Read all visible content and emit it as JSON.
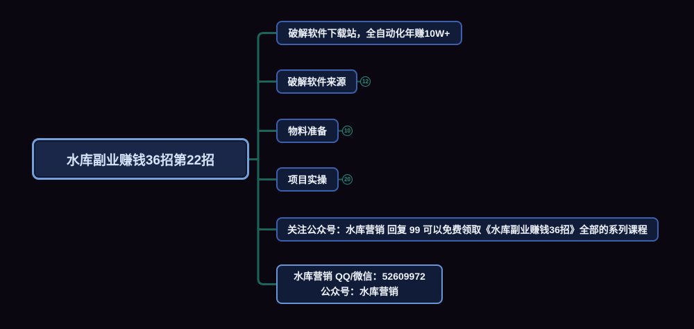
{
  "colors": {
    "background": "#0a0711",
    "connector": "#1a645b",
    "badge": "#2e8a7e",
    "child_node_fill": "#111c38",
    "child_node_border": "#3e5fae",
    "root_node_fill": "#1a2748",
    "root_node_border": "#74a0dc",
    "text": "#edf2fd"
  },
  "mindmap": {
    "root": {
      "label": "水库副业赚钱36招第22招"
    },
    "branches": [
      {
        "label": "破解软件下载站，全自动化年赚10W+",
        "badge": null
      },
      {
        "label": "破解软件来源",
        "badge": "12"
      },
      {
        "label": "物料准备",
        "badge": "10"
      },
      {
        "label": "项目实操",
        "badge": "20"
      },
      {
        "label": "关注公众号：水库营销 回复 99 可以免费领取《水库副业赚钱36招》全部的系列课程",
        "badge": null
      },
      {
        "label_line1": "水库营销 QQ/微信：52609972",
        "label_line2": "公众号：水库营销",
        "badge": null
      }
    ]
  }
}
